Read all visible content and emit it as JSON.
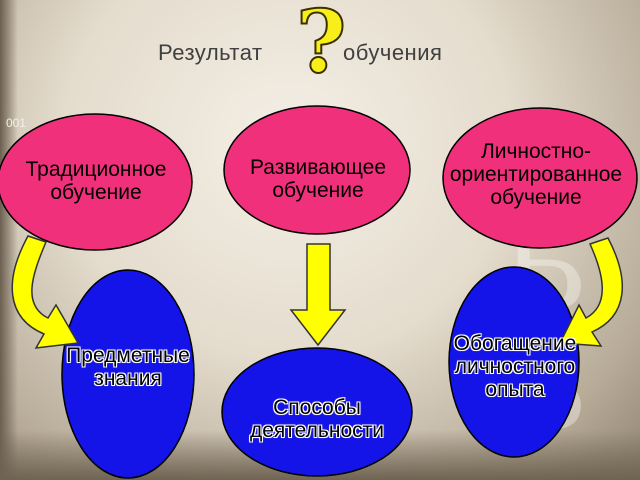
{
  "title": {
    "word1": "Результат",
    "word2": "обучения",
    "question_mark": "?"
  },
  "small_number": "001",
  "top_nodes": [
    {
      "label": "Традиционное обучение"
    },
    {
      "label": "Развивающее обучение"
    },
    {
      "label": "Личностно-ориентированное обучение"
    }
  ],
  "bottom_nodes": [
    {
      "label": "Предметные знания"
    },
    {
      "label": "Способы деятельности"
    },
    {
      "label": "Обогащение личностного опыта"
    }
  ],
  "colors": {
    "top_fill": "#f0307a",
    "bottom_fill": "#1414e8",
    "arrow_fill": "#ffff00",
    "question_mark": "#f7ee1a"
  }
}
